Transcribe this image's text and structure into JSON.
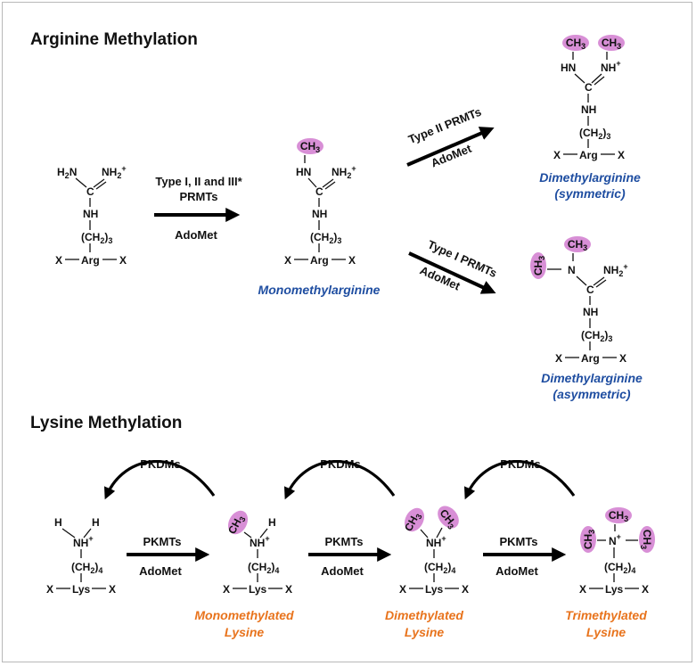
{
  "sections": {
    "arginine_title": "Arginine Methylation",
    "lysine_title": "Lysine Methylation"
  },
  "colors": {
    "ch3_highlight": "#d88fd6",
    "product_blue": "#1f4ea1",
    "product_orange": "#e8731c"
  },
  "chem": {
    "ch3": "CH3",
    "h2n": "H2N",
    "nh2_plus": "NH2+",
    "hn": "HN",
    "nh_plus": "NH+",
    "nh": "NH",
    "n": "N",
    "n_plus": "N+",
    "c": "C",
    "h": "H",
    "ch2_3": "(CH2)3",
    "ch2_4": "(CH2)4",
    "x": "X",
    "arg": "Arg",
    "lys": "Lys"
  },
  "arginine": {
    "step1_enzyme_line1": "Type I, II and III*",
    "step1_enzyme_line2": "PRMTs",
    "step1_cofactor": "AdoMet",
    "step2a_enzyme": "Type II PRMTs",
    "step2a_cofactor": "AdoMet",
    "step2b_enzyme": "Type I PRMTs",
    "step2b_cofactor": "AdoMet",
    "mono_label": "Monomethylarginine",
    "sym_label_line1": "Dimethylarginine",
    "sym_label_line2": "(symmetric)",
    "asym_label_line1": "Dimethylarginine",
    "asym_label_line2": "(asymmetric)"
  },
  "lysine": {
    "forward_enzyme": "PKMTs",
    "forward_cofactor": "AdoMet",
    "reverse_enzyme": "PKDMs",
    "mono_label_line1": "Monomethylated",
    "mono_label_line2": "Lysine",
    "di_label_line1": "Dimethylated",
    "di_label_line2": "Lysine",
    "tri_label_line1": "Trimethylated",
    "tri_label_line2": "Lysine"
  }
}
